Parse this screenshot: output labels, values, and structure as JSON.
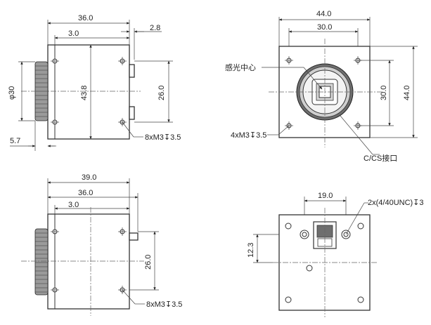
{
  "side_view_top": {
    "dim_overall": "36.0",
    "dim_offset": "3.0",
    "dim_rear": "2.8",
    "dim_diameter": "φ30",
    "dim_height": "43.8",
    "dim_hole_spacing": "26.0",
    "dim_flange": "5.7",
    "callout_holes": "8xM3↧3.5"
  },
  "front_view": {
    "dim_width": "44.0",
    "dim_hole_width": "30.0",
    "dim_hole_height": "30.0",
    "dim_height": "44.0",
    "label_sensor_center": "感光中心",
    "callout_holes": "4xM3↧3.5",
    "label_mount": "C/CS接口"
  },
  "side_view_bottom": {
    "dim_overall": "39.0",
    "dim_body": "36.0",
    "dim_offset": "3.0",
    "dim_hole_spacing": "26.0",
    "callout_holes": "8xM3↧3.5"
  },
  "rear_view": {
    "dim_spacing": "19.0",
    "dim_height": "12.3",
    "callout_threads": "2x(4/40UNC)↧3"
  }
}
